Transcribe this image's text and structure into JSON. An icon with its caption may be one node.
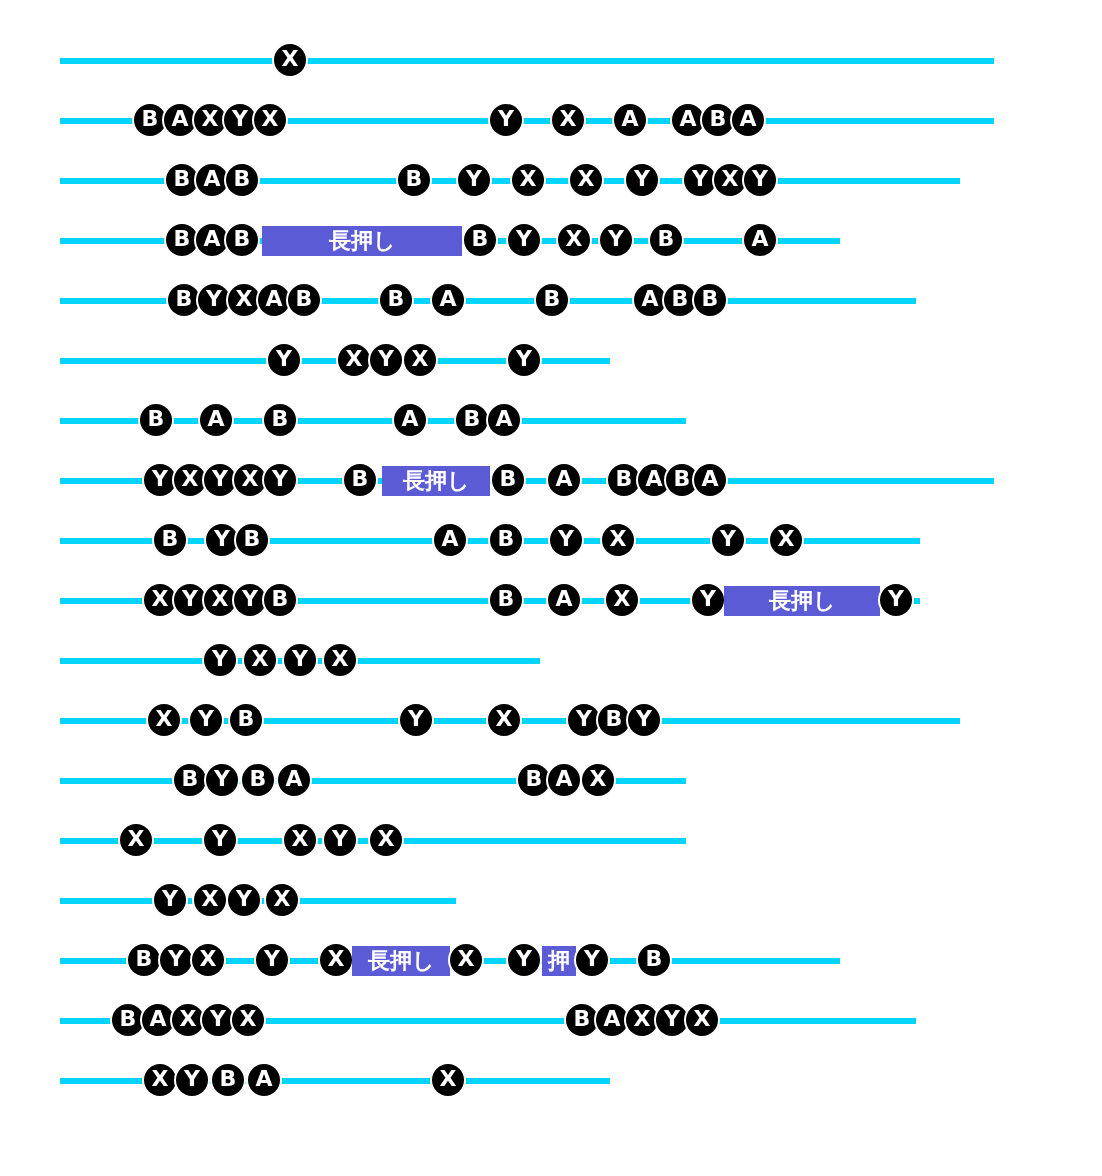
{
  "diagram": {
    "nodes": [
      {
        "text": [
          "X"
        ]
      },
      {
        "text": [
          "B"
        ]
      },
      {
        "text": [
          "A"
        ]
      },
      {
        "text": [
          "X"
        ]
      },
      {
        "text": [
          "Y"
        ]
      },
      {
        "text": [
          "X"
        ]
      },
      {
        "text": [
          "Y"
        ]
      },
      {
        "text": [
          "X"
        ]
      },
      {
        "text": [
          "A"
        ]
      },
      {
        "text": [
          "A"
        ]
      },
      {
        "text": [
          "B"
        ]
      },
      {
        "text": [
          "A"
        ]
      },
      {
        "text": [
          "B"
        ]
      },
      {
        "text": [
          "A"
        ]
      },
      {
        "text": [
          "B"
        ]
      },
      {
        "text": [
          "B"
        ]
      },
      {
        "text": [
          "Y"
        ]
      },
      {
        "text": [
          "X"
        ]
      },
      {
        "text": [
          "X"
        ]
      },
      {
        "text": [
          "Y"
        ]
      },
      {
        "text": [
          "Y"
        ]
      },
      {
        "text": [
          "X"
        ]
      },
      {
        "text": [
          "Y"
        ]
      },
      {
        "text": [
          "B"
        ]
      },
      {
        "text": [
          "A"
        ]
      },
      {
        "text": [
          "B"
        ]
      },
      {
        "text": [
          "長押し"
        ]
      },
      {
        "text": [
          "B"
        ]
      },
      {
        "text": [
          "Y"
        ]
      },
      {
        "text": [
          "X"
        ]
      },
      {
        "text": [
          "Y"
        ]
      },
      {
        "text": [
          "B"
        ]
      },
      {
        "text": [
          "A"
        ]
      },
      {
        "text": [
          "B"
        ]
      },
      {
        "text": [
          "Y"
        ]
      },
      {
        "text": [
          "X"
        ]
      },
      {
        "text": [
          "A"
        ]
      },
      {
        "text": [
          "B"
        ]
      },
      {
        "text": [
          "B"
        ]
      },
      {
        "text": [
          "A"
        ]
      },
      {
        "text": [
          "B"
        ]
      },
      {
        "text": [
          "A"
        ]
      },
      {
        "text": [
          "B"
        ]
      },
      {
        "text": [
          "B"
        ]
      },
      {
        "text": [
          "Y"
        ]
      },
      {
        "text": [
          "X"
        ]
      },
      {
        "text": [
          "Y"
        ]
      },
      {
        "text": [
          "X"
        ]
      },
      {
        "text": [
          "Y"
        ]
      },
      {
        "text": [
          "B"
        ]
      },
      {
        "text": [
          "A"
        ]
      },
      {
        "text": [
          "B"
        ]
      },
      {
        "text": [
          "A"
        ]
      },
      {
        "text": [
          "B"
        ]
      },
      {
        "text": [
          "A"
        ]
      },
      {
        "text": [
          "Y"
        ]
      },
      {
        "text": [
          "X"
        ]
      },
      {
        "text": [
          "Y"
        ]
      },
      {
        "text": [
          "X"
        ]
      },
      {
        "text": [
          "Y"
        ]
      },
      {
        "text": [
          "B"
        ]
      },
      {
        "text": [
          "長押し"
        ]
      },
      {
        "text": [
          "B"
        ]
      },
      {
        "text": [
          "A"
        ]
      },
      {
        "text": [
          "B"
        ]
      },
      {
        "text": [
          "A"
        ]
      },
      {
        "text": [
          "B"
        ]
      },
      {
        "text": [
          "A"
        ]
      },
      {
        "text": [
          "B"
        ]
      },
      {
        "text": [
          "Y"
        ]
      },
      {
        "text": [
          "B"
        ]
      },
      {
        "text": [
          "A"
        ]
      },
      {
        "text": [
          "B"
        ]
      },
      {
        "text": [
          "Y"
        ]
      },
      {
        "text": [
          "X"
        ]
      },
      {
        "text": [
          "Y"
        ]
      },
      {
        "text": [
          "X"
        ]
      },
      {
        "text": [
          "X"
        ]
      },
      {
        "text": [
          "Y"
        ]
      },
      {
        "text": [
          "X"
        ]
      },
      {
        "text": [
          "Y"
        ]
      },
      {
        "text": [
          "B"
        ]
      },
      {
        "text": [
          "B"
        ]
      },
      {
        "text": [
          "A"
        ]
      },
      {
        "text": [
          "X"
        ]
      },
      {
        "text": [
          "Y"
        ]
      },
      {
        "text": [
          "長押し"
        ]
      },
      {
        "text": [
          "Y"
        ]
      },
      {
        "text": [
          "Y"
        ]
      },
      {
        "text": [
          "X"
        ]
      },
      {
        "text": [
          "Y"
        ]
      },
      {
        "text": [
          "X"
        ]
      },
      {
        "text": [
          "X"
        ]
      },
      {
        "text": [
          "Y"
        ]
      },
      {
        "text": [
          "B"
        ]
      },
      {
        "text": [
          "Y"
        ]
      },
      {
        "text": [
          "X"
        ]
      },
      {
        "text": [
          "Y"
        ]
      },
      {
        "text": [
          "B"
        ]
      },
      {
        "text": [
          "Y"
        ]
      },
      {
        "text": [
          "B"
        ]
      },
      {
        "text": [
          "Y"
        ]
      },
      {
        "text": [
          "B"
        ]
      },
      {
        "text": [
          "A"
        ]
      },
      {
        "text": [
          "B"
        ]
      },
      {
        "text": [
          "A"
        ]
      },
      {
        "text": [
          "X"
        ]
      },
      {
        "text": [
          "X"
        ]
      },
      {
        "text": [
          "Y"
        ]
      },
      {
        "text": [
          "X"
        ]
      },
      {
        "text": [
          "Y"
        ]
      },
      {
        "text": [
          "X"
        ]
      },
      {
        "text": [
          "Y"
        ]
      },
      {
        "text": [
          "X"
        ]
      },
      {
        "text": [
          "Y"
        ]
      },
      {
        "text": [
          "X"
        ]
      },
      {
        "text": [
          "B"
        ]
      },
      {
        "text": [
          "Y"
        ]
      },
      {
        "text": [
          "X"
        ]
      },
      {
        "text": [
          "Y"
        ]
      },
      {
        "text": [
          "X"
        ]
      },
      {
        "text": [
          "長押し"
        ]
      },
      {
        "text": [
          "X"
        ]
      },
      {
        "text": [
          "Y"
        ]
      },
      {
        "text": [
          "押"
        ]
      },
      {
        "text": [
          "Y"
        ]
      },
      {
        "text": [
          "B"
        ]
      },
      {
        "text": [
          "B"
        ]
      },
      {
        "text": [
          "A"
        ]
      },
      {
        "text": [
          "X"
        ]
      },
      {
        "text": [
          "Y"
        ]
      },
      {
        "text": [
          "X"
        ]
      },
      {
        "text": [
          "B"
        ]
      },
      {
        "text": [
          "A"
        ]
      },
      {
        "text": [
          "X"
        ]
      },
      {
        "text": [
          "Y"
        ]
      },
      {
        "text": [
          "X"
        ]
      },
      {
        "text": [
          "X"
        ]
      },
      {
        "text": [
          "Y"
        ]
      },
      {
        "text": [
          "B"
        ]
      },
      {
        "text": [
          "A"
        ]
      },
      {
        "text": [
          "X"
        ]
      }
    ]
  }
}
